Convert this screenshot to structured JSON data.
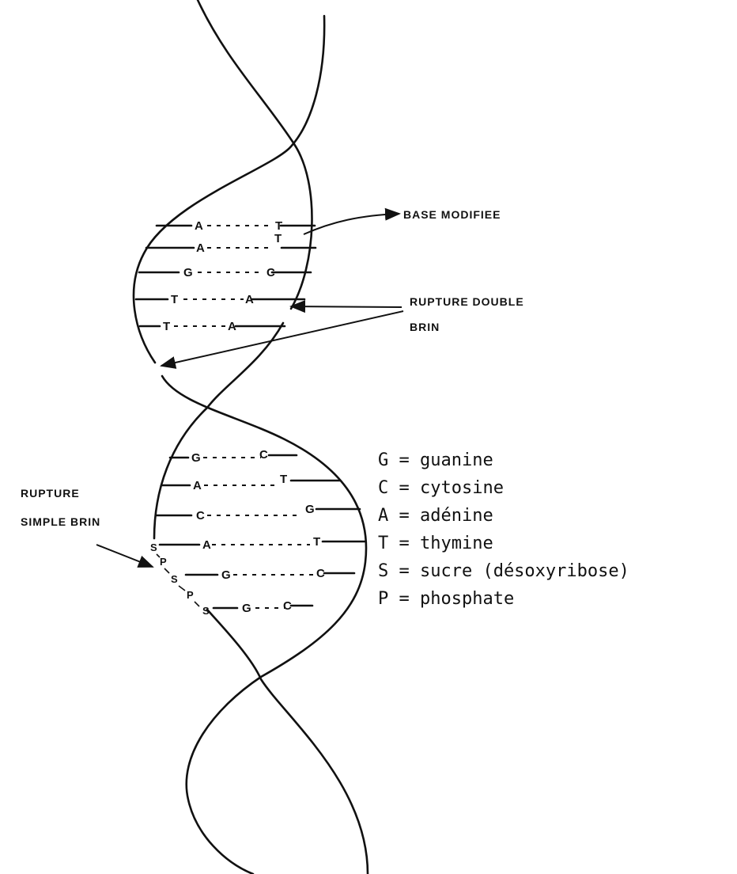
{
  "annotations": {
    "base_modifiee": "BASE MODIFIEE",
    "rupture_double_line1": "RUPTURE DOUBLE",
    "rupture_double_line2": "BRIN",
    "rupture_simple_line1": "RUPTURE",
    "rupture_simple_line2": "SIMPLE BRIN"
  },
  "upper_pairs": [
    {
      "left": "A",
      "right": "T"
    },
    {
      "left": "A",
      "right": "T"
    },
    {
      "left": "G",
      "right": "C"
    },
    {
      "left": "T",
      "right": "A"
    },
    {
      "left": "T",
      "right": "A"
    }
  ],
  "lower_pairs": [
    {
      "left": "G",
      "right": "C"
    },
    {
      "left": "A",
      "right": "T"
    },
    {
      "left": "C",
      "right": "G"
    },
    {
      "left": "A",
      "right": "T"
    },
    {
      "left": "G",
      "right": "C"
    },
    {
      "left": "G",
      "right": "C"
    }
  ],
  "backbone_labels": {
    "s1": "S",
    "p1": "P",
    "s2": "S",
    "p2": "P",
    "s3": "S"
  },
  "legend": [
    "G = guanine",
    "C = cytosine",
    "A = adénine",
    "T = thymine",
    "S = sucre (désoxyribose)",
    "P = phosphate"
  ]
}
